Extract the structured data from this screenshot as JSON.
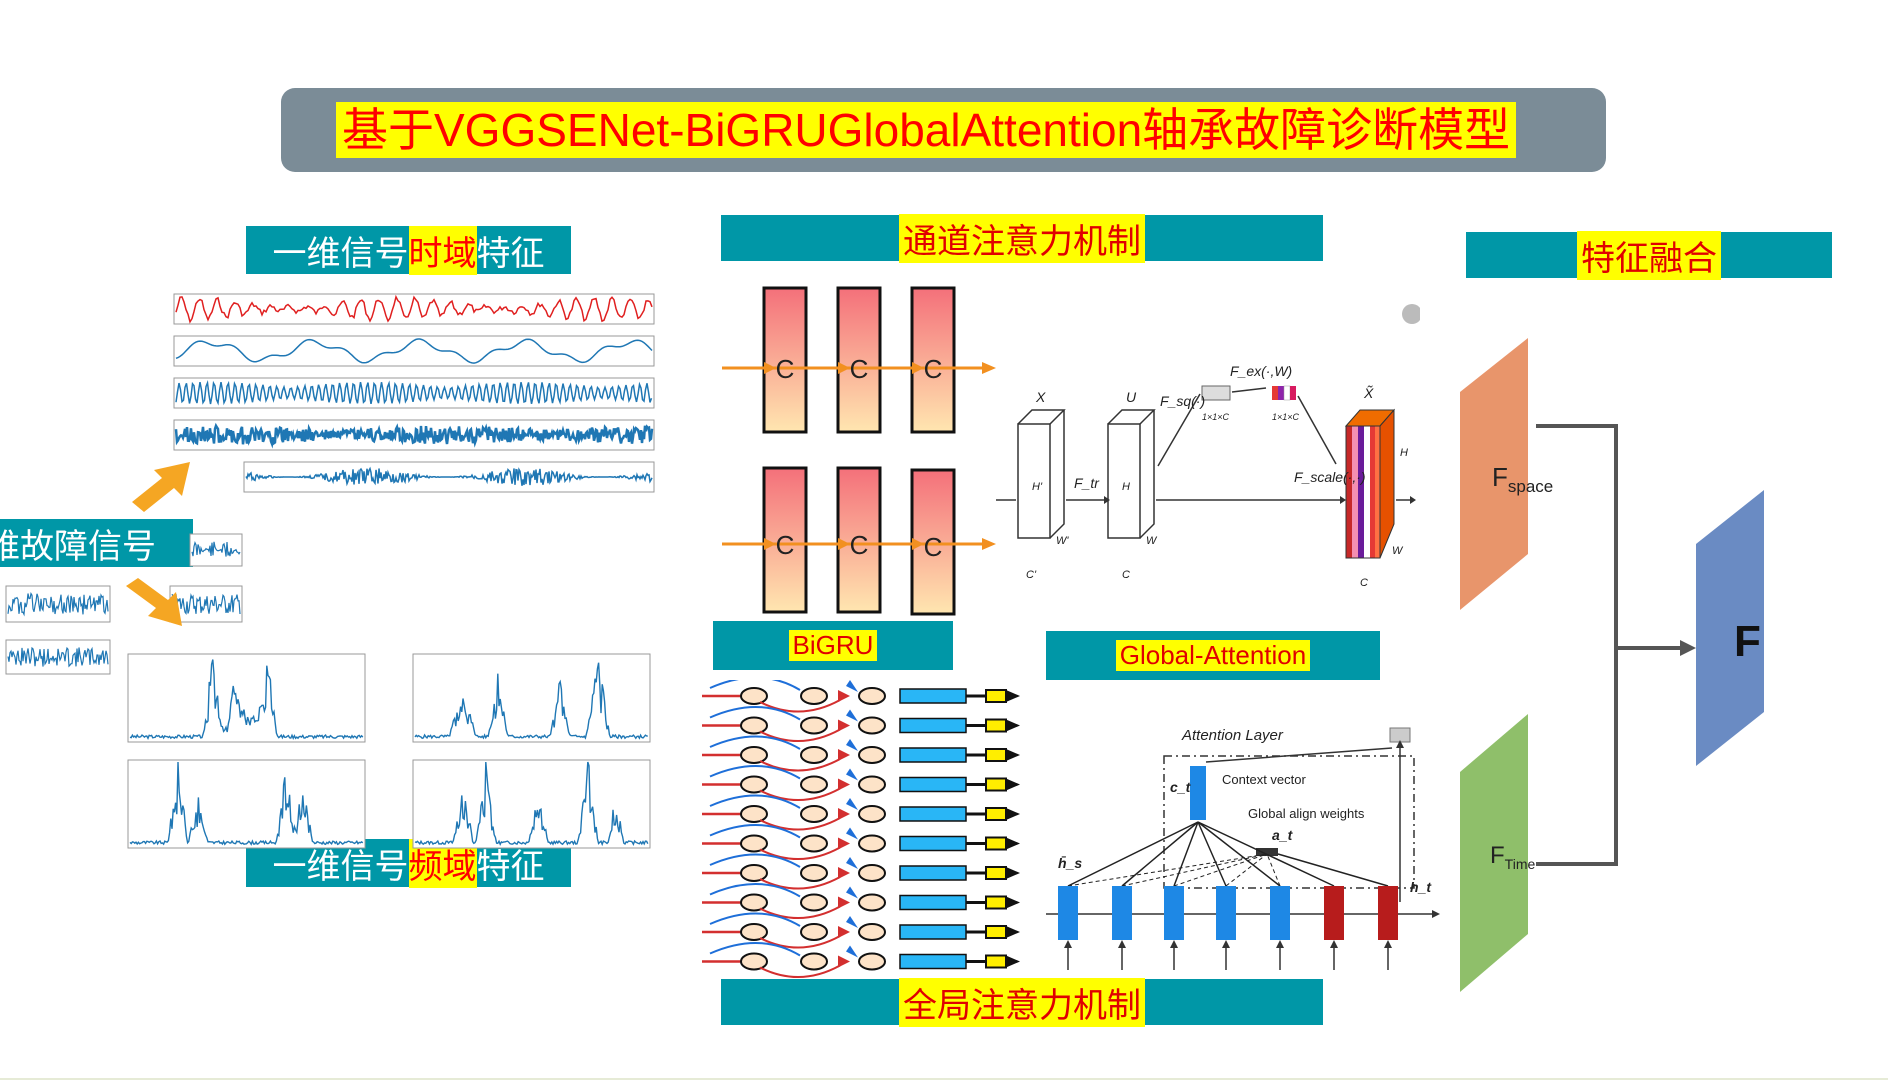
{
  "title": "基于VGGSENet-BiGRUGlobalAttention轴承故障诊断模型",
  "sections": {
    "time_feature": {
      "pre": "一维信号",
      "highlight": "时域",
      "post": "特征"
    },
    "freq_feature": {
      "pre": "一维信号",
      "highlight": "频域",
      "post": "特征"
    },
    "fault_signal": "维故障信号",
    "channel_attention": "通道注意力机制",
    "global_attention_cn": "全局注意力机制",
    "feature_fusion": "特征融合",
    "bigru": "BiGRU",
    "global_attention": "Global-Attention"
  },
  "cnn_blocks": [
    "C",
    "C",
    "C",
    "C",
    "C",
    "C"
  ],
  "se_block": {
    "labels": [
      "X",
      "U",
      "X̃",
      "F_tr",
      "F_sq(·)",
      "F_ex(·,W)",
      "F_scale(·,·)",
      "H'",
      "W'",
      "C'",
      "H",
      "W",
      "C",
      "1×1×C"
    ]
  },
  "attention_diagram": {
    "layer_title": "Attention Layer",
    "context_vector": "Context vector",
    "align_weights": "Global align weights",
    "symbols": [
      "c_t",
      "a_t",
      "h̄_s",
      "h_t"
    ]
  },
  "fusion": {
    "space_label": "F",
    "space_sub": "space",
    "time_label": "F",
    "time_sub": "Time",
    "output_label": "F"
  },
  "colors": {
    "band": "#0097a7",
    "title_bg": "#7b8c97",
    "highlight": "#ffff00",
    "highlight_text": "#ff0000",
    "f_space": "#e8956b",
    "f_time": "#8fbf6a",
    "f_out": "#6a8bc3"
  }
}
